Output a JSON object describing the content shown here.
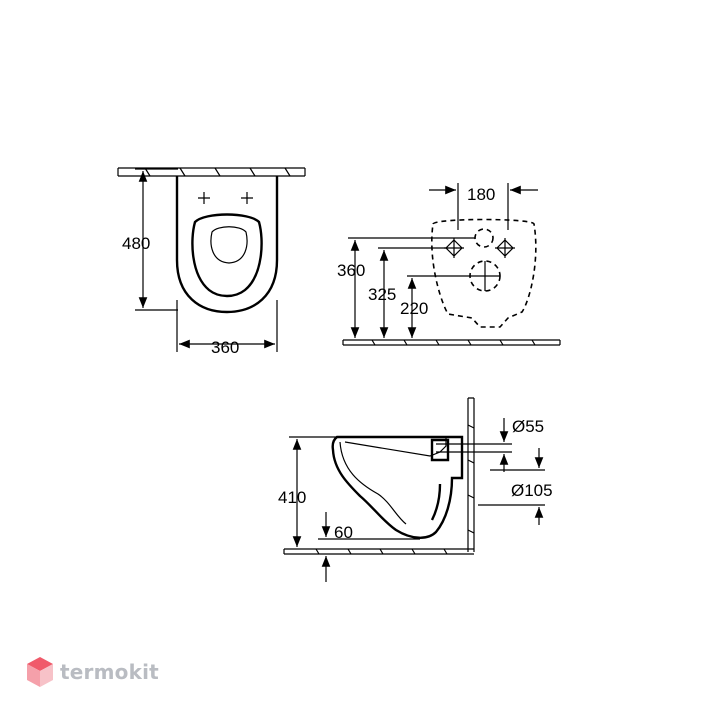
{
  "dimensions": {
    "top_width": "360",
    "top_depth": "480",
    "mount_spacing": "180",
    "height_360": "360",
    "height_325": "325",
    "height_220": "220",
    "side_height": "410",
    "outlet_diameter": "Ø55",
    "inlet_diameter": "Ø105",
    "floor_offset": "60"
  },
  "watermark": {
    "brand": "termokit",
    "logo_color": "#f05a6a"
  }
}
